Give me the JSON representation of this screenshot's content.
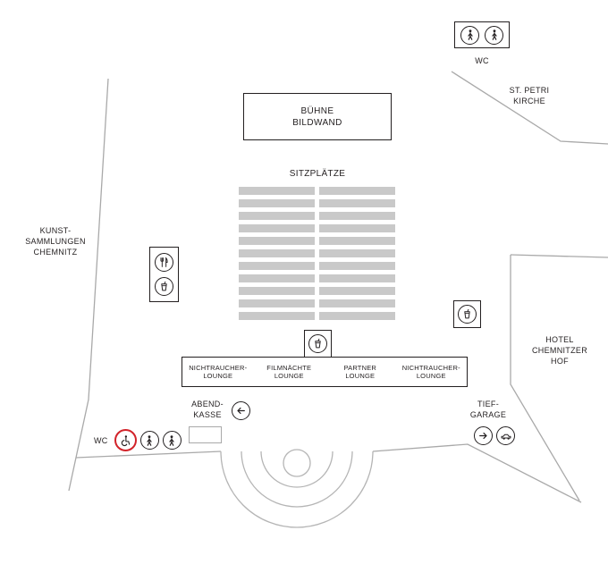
{
  "colors": {
    "ink": "#231f20",
    "seat_gray": "#c9c9c9",
    "boundary_gray": "#a9a9a9",
    "accent_red": "#d2232a"
  },
  "areas": {
    "stage": {
      "line1": "BÜHNE",
      "line2": "BILDWAND"
    },
    "seating_label": "SITZPLÄTZE",
    "kunstsammlungen": {
      "line1": "KUNST-",
      "line2": "SAMMLUNGEN",
      "line3": "CHEMNITZ"
    },
    "st_petri": {
      "line1": "ST. PETRI",
      "line2": "KIRCHE"
    },
    "hotel": {
      "line1": "HOTEL",
      "line2": "CHEMNITZER",
      "line3": "HOF"
    },
    "wc_top": {
      "label": "WC"
    },
    "wc_bottom": {
      "label": "WC"
    },
    "abendkasse": {
      "line1": "ABEND-",
      "line2": "KASSE"
    },
    "tiefgarage": {
      "line1": "TIEF-",
      "line2": "GARAGE"
    }
  },
  "lounges": [
    {
      "line1": "NICHTRAUCHER-",
      "line2": "LOUNGE"
    },
    {
      "line1": "FILMNÄCHTE",
      "line2": "LOUNGE"
    },
    {
      "line1": "PARTNER",
      "line2": "LOUNGE"
    },
    {
      "line1": "NICHTRAUCHER-",
      "line2": "LOUNGE"
    }
  ],
  "seating": {
    "rows": 11,
    "columns": 2
  },
  "icons": {
    "wc_top": [
      "person-icon",
      "person-icon"
    ],
    "wc_bottom": [
      "wheelchair-icon",
      "person-icon",
      "person-icon"
    ],
    "food_kiosk": [
      "restaurant-icon",
      "drink-icon"
    ],
    "drink_kiosk_center": [
      "drink-icon"
    ],
    "drink_kiosk_right": [
      "drink-icon"
    ],
    "abendkasse": [
      "arrow-left-icon"
    ],
    "tiefgarage": [
      "arrow-right-icon",
      "car-icon"
    ]
  }
}
